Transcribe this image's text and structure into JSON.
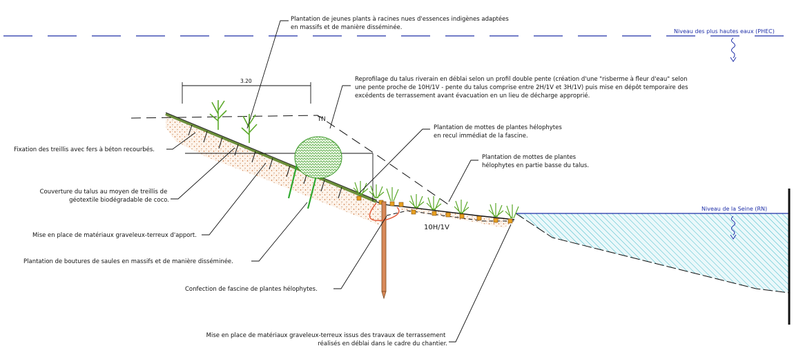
{
  "water_levels": {
    "phec_label": "Niveau des plus hautes eaux (PHEC)",
    "seine_label": "Niveau de la Seine (RN)"
  },
  "dimensions": {
    "berm_width": "3.20",
    "tn_label": "TN",
    "slope_label": "10H/1V"
  },
  "annotations": {
    "young_plants": [
      "Plantation de jeunes plants à racines nues d'essences indigènes adaptées",
      "en massifs et de manière disséminée."
    ],
    "reprofiling": [
      "Reprofilage du talus riverain en déblai selon un profil double pente (création d'une \"risberme à fleur d'eau\" selon",
      "une pente proche de 10H/1V - pente du talus comprise entre 2H/1V et 3H/1V) puis mise en dépôt temporaire des",
      "excédents de terrassement avant évacuation en un lieu de décharge approprié."
    ],
    "helophyte_setback": [
      "Plantation de mottes de plantes hélophytes",
      "en recul immédiat de la fascine."
    ],
    "helophyte_low": [
      "Plantation de mottes de plantes",
      "hélophytes en partie basse du talus."
    ],
    "trellis_fixing": "Fixation des treillis avec fers à béton recourbés.",
    "coconut_cover": [
      "Couverture du talus au moyen de treillis de",
      "géotextile biodégradable de coco."
    ],
    "gravel_supply": "Mise en place de matériaux graveleux-terreux d'apport.",
    "willow_cuttings": "Plantation de boutures de saules en massifs et de manière disséminée.",
    "fascine": "Confection de fascine de plantes hélophytes.",
    "gravel_onsite": [
      "Mise en place de matériaux graveleux-terreux issus des travaux de terrassement",
      "réalisés en déblai dans le cadre du chantier."
    ]
  },
  "colors": {
    "water_hatch": "#3cb8c8",
    "water_line": "#1f2fa8",
    "soil_dots": "#c86a2c",
    "geotextile": "#6b8e3a",
    "willow": "#2ea82e",
    "stake": "#d98a5a",
    "plant_green": "#5aa828"
  }
}
